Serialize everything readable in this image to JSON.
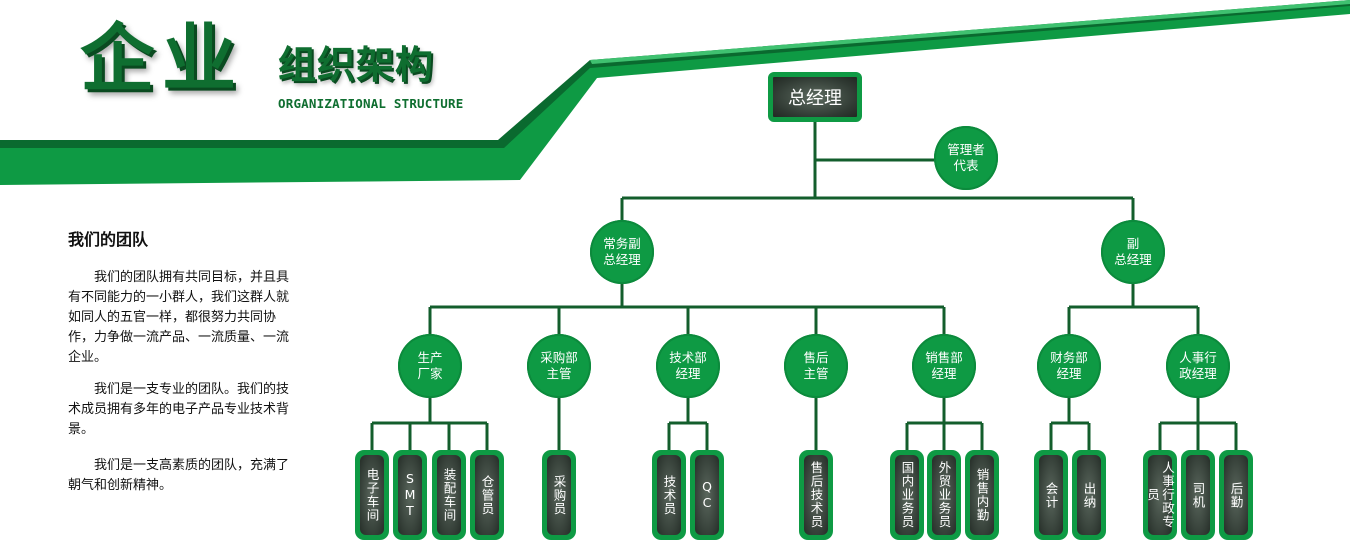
{
  "header": {
    "title_big": "企业",
    "title_mid": "组织架构",
    "title_en": "ORGANIZATIONAL STRUCTURE",
    "brand_color": "#0f6e30",
    "banner_color": "#0e9a44"
  },
  "team": {
    "heading": "我们的团队",
    "paragraphs": [
      "我们的团队拥有共同目标，并且具有不同能力的一小群人，我们这群人就如同人的五官一样，都很努力共同协作，力争做一流产品、一流质量、一流企业。",
      "我们是一支专业的团队。我们的技术成员拥有多年的电子产品专业技术背景。",
      "我们是一支高素质的团队，充满了朝气和创新精神。"
    ]
  },
  "org": {
    "top": "总经理",
    "advisor": [
      "管理者",
      "代表"
    ],
    "deputies": [
      {
        "lines": [
          "常务副",
          "总经理"
        ]
      },
      {
        "lines": [
          "副",
          "总经理"
        ]
      }
    ],
    "departments": [
      {
        "lines": [
          "生产",
          "厂家"
        ]
      },
      {
        "lines": [
          "采购部",
          "主管"
        ]
      },
      {
        "lines": [
          "技术部",
          "经理"
        ]
      },
      {
        "lines": [
          "售后",
          "主管"
        ]
      },
      {
        "lines": [
          "销售部",
          "经理"
        ]
      },
      {
        "lines": [
          "财务部",
          "经理"
        ]
      },
      {
        "lines": [
          "人事行",
          "政经理"
        ]
      }
    ],
    "staff": [
      [
        "电子车间",
        "SMT",
        "装配车间",
        "仓管员"
      ],
      [
        "采购员"
      ],
      [
        "技术员",
        "QC"
      ],
      [
        "售后技术员"
      ],
      [
        "国内业务员",
        "外贸业务员",
        "销售内勤"
      ],
      [
        "会计",
        "出纳"
      ],
      [
        "人事行政专员",
        "司机",
        "后勤"
      ]
    ]
  }
}
